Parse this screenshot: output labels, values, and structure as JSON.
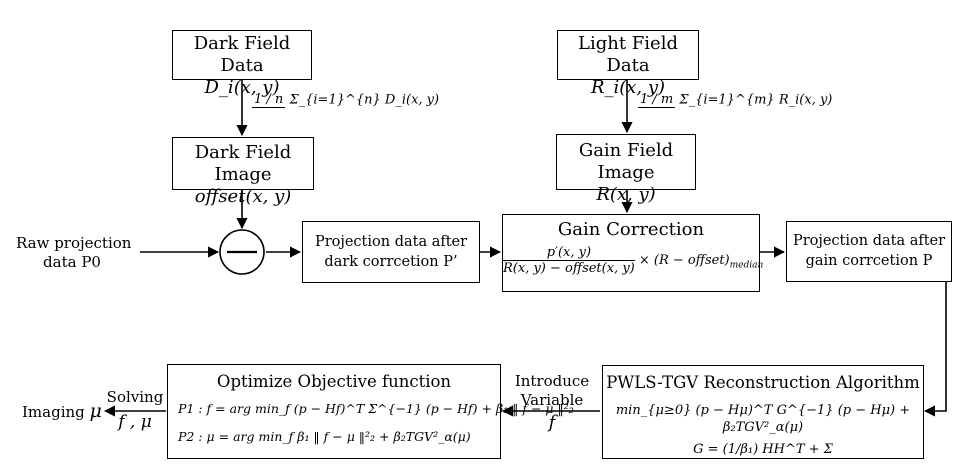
{
  "dark_data": {
    "title": "Dark Field Data",
    "expr": "D_i(x, y)"
  },
  "dark_sum": {
    "frac": "1 / n",
    "expr": "Σ_{i=1}^{n} D_i(x, y)"
  },
  "dark_image": {
    "title": "Dark Field Image",
    "expr": "offset(x, y)"
  },
  "light_data": {
    "title": "Light Field Data",
    "expr": "R_i(x, y)"
  },
  "light_sum": {
    "frac": "1 / m",
    "expr": "Σ_{i=1}^{m} R_i(x, y)"
  },
  "gain_image": {
    "title": "Gain Field Image",
    "expr": "R(x, y)"
  },
  "raw": {
    "line1": "Raw projection",
    "line2": "data  P0"
  },
  "after_dark": {
    "line1": "Projection data after",
    "line2": "dark corrcetion  P’"
  },
  "gain_corr": {
    "title": "Gain Correction",
    "num": "p′(x, y)",
    "den": "R(x, y) − offset(x, y)",
    "rest": "× (R − offset)",
    "sub": "median"
  },
  "after_gain": {
    "line1": "Projection data after",
    "line2": "gain corrcetion  P"
  },
  "pwls": {
    "title": "PWLS-TGV Reconstruction Algorithm",
    "eq1": "min_{μ≥0} (p − Hμ)^T G^{−1} (p − Hμ) + β₂TGV²_α(μ)",
    "eq2": "G = (1/β₁) HH^T + Σ"
  },
  "introduce": {
    "line1": "Introduce",
    "line2": "Variable",
    "var": "f"
  },
  "opt": {
    "title": "Optimize Objective function",
    "p1": "P1 : f = arg min_f (p − Hf)^T Σ^{−1} (p − Hf) + β₁ ‖ f − μ ‖²₂",
    "p2": "P2 : μ = arg min_f β₁ ‖ f − μ ‖²₂ + β₂TGV²_α(μ)"
  },
  "solving": {
    "label": "Solving",
    "vars": "f , μ"
  },
  "imaging": {
    "label": "Imaging",
    "var": "μ"
  }
}
